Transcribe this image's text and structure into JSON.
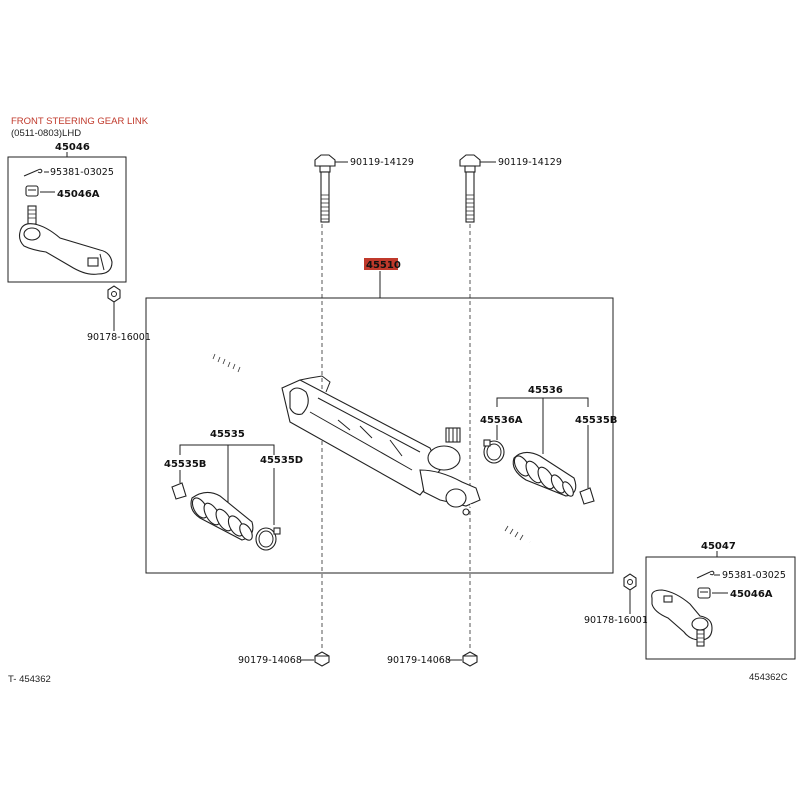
{
  "header": {
    "title": "FRONT STEERING GEAR LINK",
    "subtitle": "(0511-0803)LHD"
  },
  "footer": {
    "left_code": "T- 454362",
    "right_code": "454362C"
  },
  "colors": {
    "title_red": "#c0392b",
    "highlight_red": "#c0392b"
  },
  "parts": {
    "main_gear": "45510",
    "tie_rod_left_assy": "45046",
    "tie_rod_right_assy": "45047",
    "cotter_pin_left": "95381-03025",
    "cotter_pin_right": "95381-03025",
    "castle_nut_left": "45046A",
    "castle_nut_right": "45046A",
    "lock_nut_left": "90178-16001",
    "lock_nut_right": "90178-16001",
    "bolt_left": "90119-14129",
    "bolt_right": "90119-14129",
    "nut_bottom_left": "90179-14068",
    "nut_bottom_right": "90179-14068",
    "boot_kit_left": "45535",
    "boot_clip_left_b": "45535B",
    "boot_clamp_left_d": "45535D",
    "boot_kit_right": "45536",
    "boot_clamp_right_a": "45536A",
    "boot_clip_right_b": "45535B"
  }
}
